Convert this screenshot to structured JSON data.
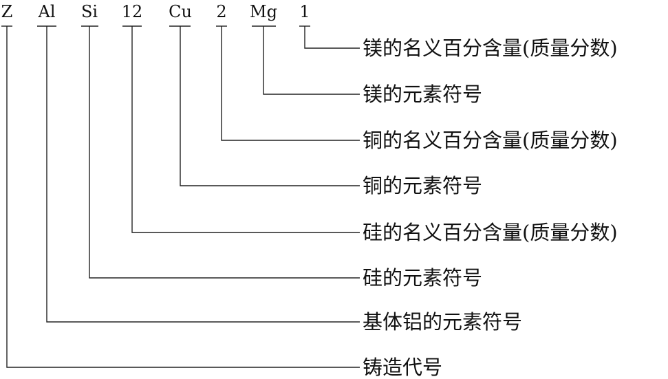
{
  "code_tokens": [
    "Z",
    "Al",
    "Si",
    "12",
    "Cu",
    "2",
    "Mg",
    "1"
  ],
  "descriptions": [
    "镁的名义百分含量(质量分数)",
    "镁的元素符号",
    "铜的名义百分含量(质量分数)",
    "铜的元素符号",
    "硅的名义百分含量(质量分数)",
    "硅的元素符号",
    "基体铝的元素符号",
    "铸造代号"
  ],
  "colors": {
    "line": "#222222",
    "text": "#111111",
    "background": "#ffffff"
  }
}
